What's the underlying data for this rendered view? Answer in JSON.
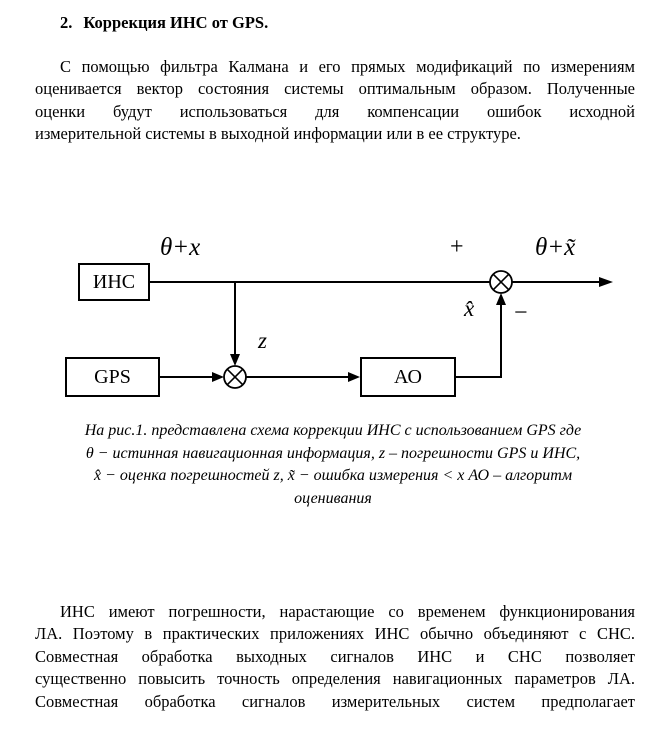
{
  "document": {
    "heading": {
      "number": "2.",
      "text": "Коррекция ИНС от GPS."
    },
    "paragraph1": {
      "lines": [
        "С помощью фильтра Калмана и его прямых модификаций по измерениям",
        "оценивается вектор состояния системы оптимальным образом. Полученные",
        "оценки будут использоваться для компенсации ошибок исходной",
        "измерительной системы в выходной информации или в ее структуре."
      ]
    },
    "figure_caption": {
      "lines": [
        "На рис.1. представлена схема коррекции ИНС с использованием GPS где",
        "θ − истинная навигационная информация, z – погрешности GPS и ИНС,",
        "x̂ − оценка погрешностей z, x̃ − ошибка измерения < x   АО – алгоритм",
        "оценивания"
      ]
    },
    "paragraph2": {
      "lines": [
        "ИНС имеют погрешности, нарастающие со временем функционирования",
        "ЛА. Поэтому в практических приложениях ИНС обычно объединяют с СНС.",
        "Совместная обработка выходных сигналов ИНС и СНС позволяет",
        "существенно повысить точность определения навигационных параметров ЛА.",
        "Совместная обработка сигналов измерительных систем предполагает"
      ]
    }
  },
  "diagram": {
    "blocks": {
      "ins": "ИНС",
      "gps": "GPS",
      "ao": "АО"
    },
    "labels": {
      "input": "θ+x",
      "plus": "+",
      "output": "θ+x̃",
      "z": "z",
      "x_hat": "x̂",
      "minus": "−"
    },
    "line_color": "#000000"
  }
}
